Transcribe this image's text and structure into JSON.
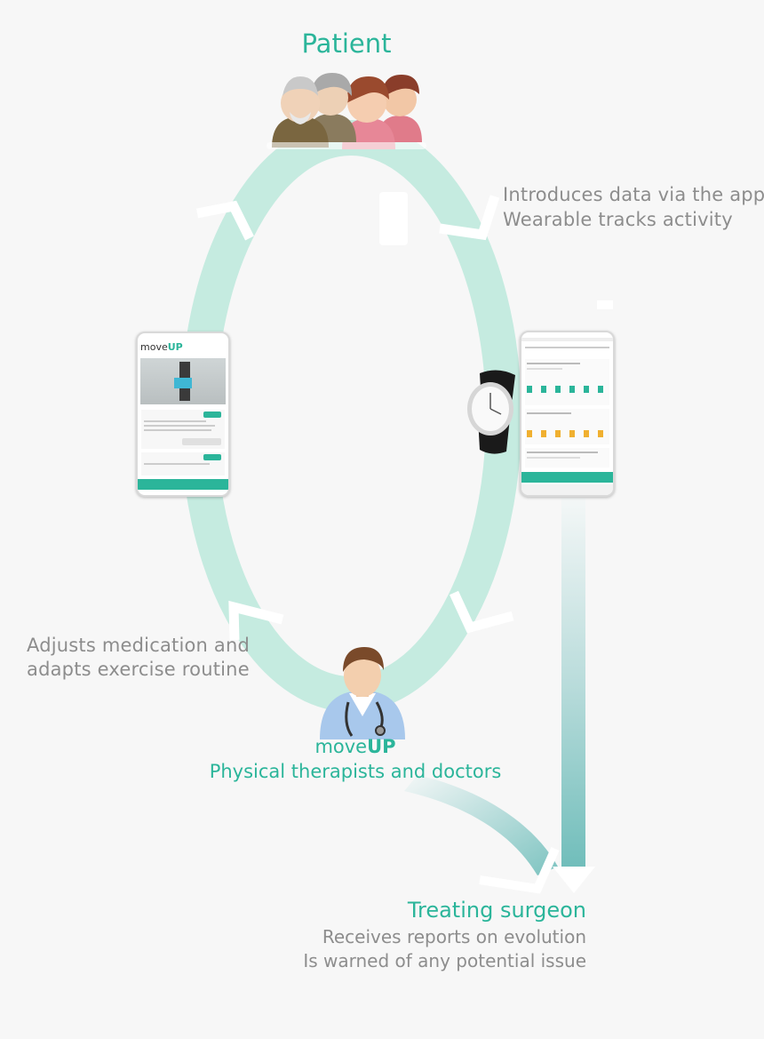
{
  "patient": {
    "title": "Patient"
  },
  "patient_actions": {
    "line1": "Introduces data via the app",
    "line2": "Wearable tracks activity"
  },
  "care_actions": {
    "line1": "Adjusts medication and",
    "line2": "adapts exercise routine"
  },
  "care_team": {
    "brand_prefix": "move",
    "brand_suffix": "UP",
    "subtitle": "Physical therapists and doctors"
  },
  "surgeon": {
    "title": "Treating surgeon",
    "line1": "Receives reports on evolution",
    "line2": "Is warned of any potential issue"
  },
  "left_phone": {
    "brand_prefix": "move",
    "brand_suffix": "UP"
  },
  "colors": {
    "teal_text": "#2bb59a",
    "ring": "#c5ebe0",
    "grey_text": "#8d8d8d",
    "surgeon_stream": "#7cc3c0"
  },
  "icons": [
    "patients-group-icon",
    "doctor-icon",
    "smartwatch-icon",
    "phone-exercise-icon",
    "phone-questionnaire-icon"
  ]
}
